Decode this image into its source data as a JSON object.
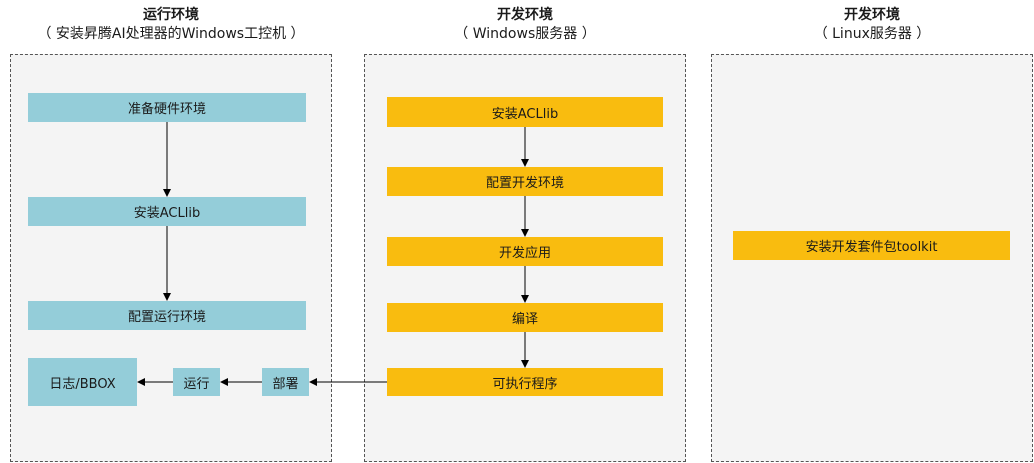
{
  "columns": [
    {
      "title": "运行环境",
      "subtitle": "（ 安装昇腾AI处理器的Windows工控机 ）"
    },
    {
      "title": "开发环境",
      "subtitle": "（ Windows服务器 ）"
    },
    {
      "title": "开发环境",
      "subtitle": "（ Linux服务器 ）"
    }
  ],
  "runtime_steps": {
    "prepare_hardware": "准备硬件环境",
    "install_acllib": "安装ACLlib",
    "config_runtime_env": "配置运行环境",
    "log_bbox": "日志/BBOX",
    "run": "运行",
    "deploy": "部署"
  },
  "windows_dev_steps": {
    "install_acllib": "安装ACLlib",
    "config_dev_env": "配置开发环境",
    "develop_app": "开发应用",
    "compile": "编译",
    "executable": "可执行程序"
  },
  "linux_dev_steps": {
    "install_toolkit": "安装开发套件包toolkit"
  },
  "colors": {
    "runtime_box": "#94cdd9",
    "dev_box": "#f9bc0f",
    "panel_bg": "#f4f4f4",
    "arrow": "#000000"
  }
}
